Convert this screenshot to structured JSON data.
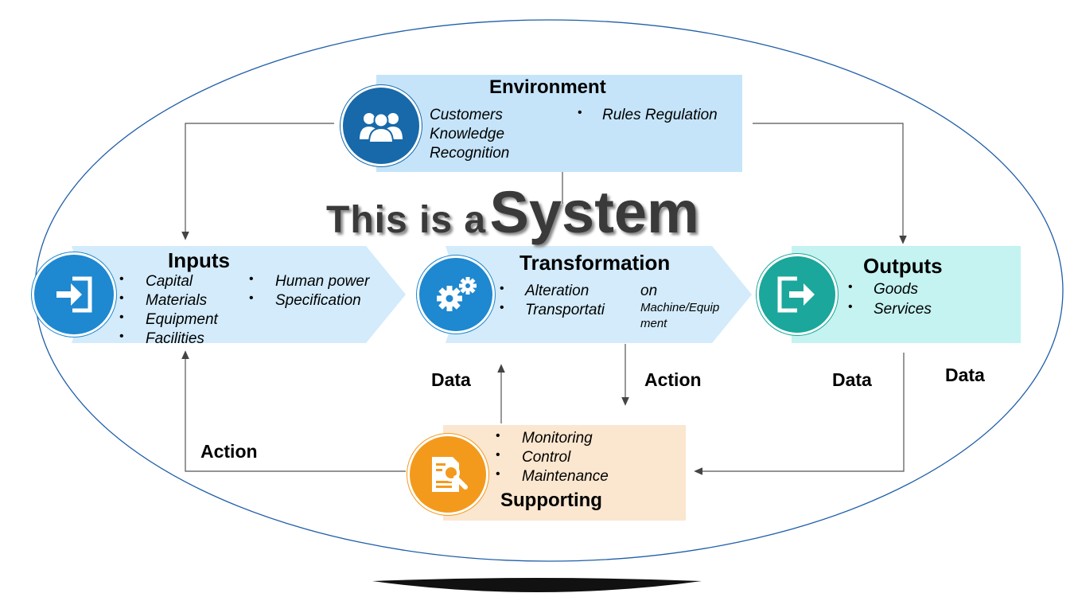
{
  "title": {
    "prefix": "This is a",
    "main": "System"
  },
  "environment": {
    "title": "Environment",
    "items_left": [
      "Customers",
      "Knowledge",
      "Recognition"
    ],
    "items_right": [
      "Rules Regulation"
    ]
  },
  "inputs": {
    "title": "Inputs",
    "items_left": [
      "Capital",
      "Materials",
      "Equipment",
      "Facilities"
    ],
    "items_right": [
      "Human power",
      "Specification"
    ]
  },
  "transformation": {
    "title": "Transformation",
    "items_left": [
      "Alteration",
      "Transportati"
    ],
    "items_right": [
      "on",
      "Machine/Equip",
      "ment"
    ]
  },
  "outputs": {
    "title": "Outputs",
    "items": [
      "Goods",
      "Services"
    ]
  },
  "supporting": {
    "title": "Supporting",
    "items": [
      "Monitoring",
      "Control",
      "Maintenance"
    ]
  },
  "edge_labels": {
    "data_left": "Data",
    "action_mid": "Action",
    "data_right": "Data",
    "data_far_right": "Data",
    "action_left": "Action"
  },
  "colors": {
    "env_fill": "#c5e4f9",
    "arrow_fill": "#d3ebfa",
    "outputs_fill": "#c4f3f1",
    "supporting_fill": "#fbe6cf",
    "blue_circle": "#1e88d0",
    "env_circle": "#1769aa",
    "teal_circle": "#1ba79b",
    "orange_circle": "#f39a1d"
  },
  "icons": [
    "people-icon",
    "sign-in-icon",
    "gears-icon",
    "sign-out-icon",
    "document-search-icon"
  ]
}
